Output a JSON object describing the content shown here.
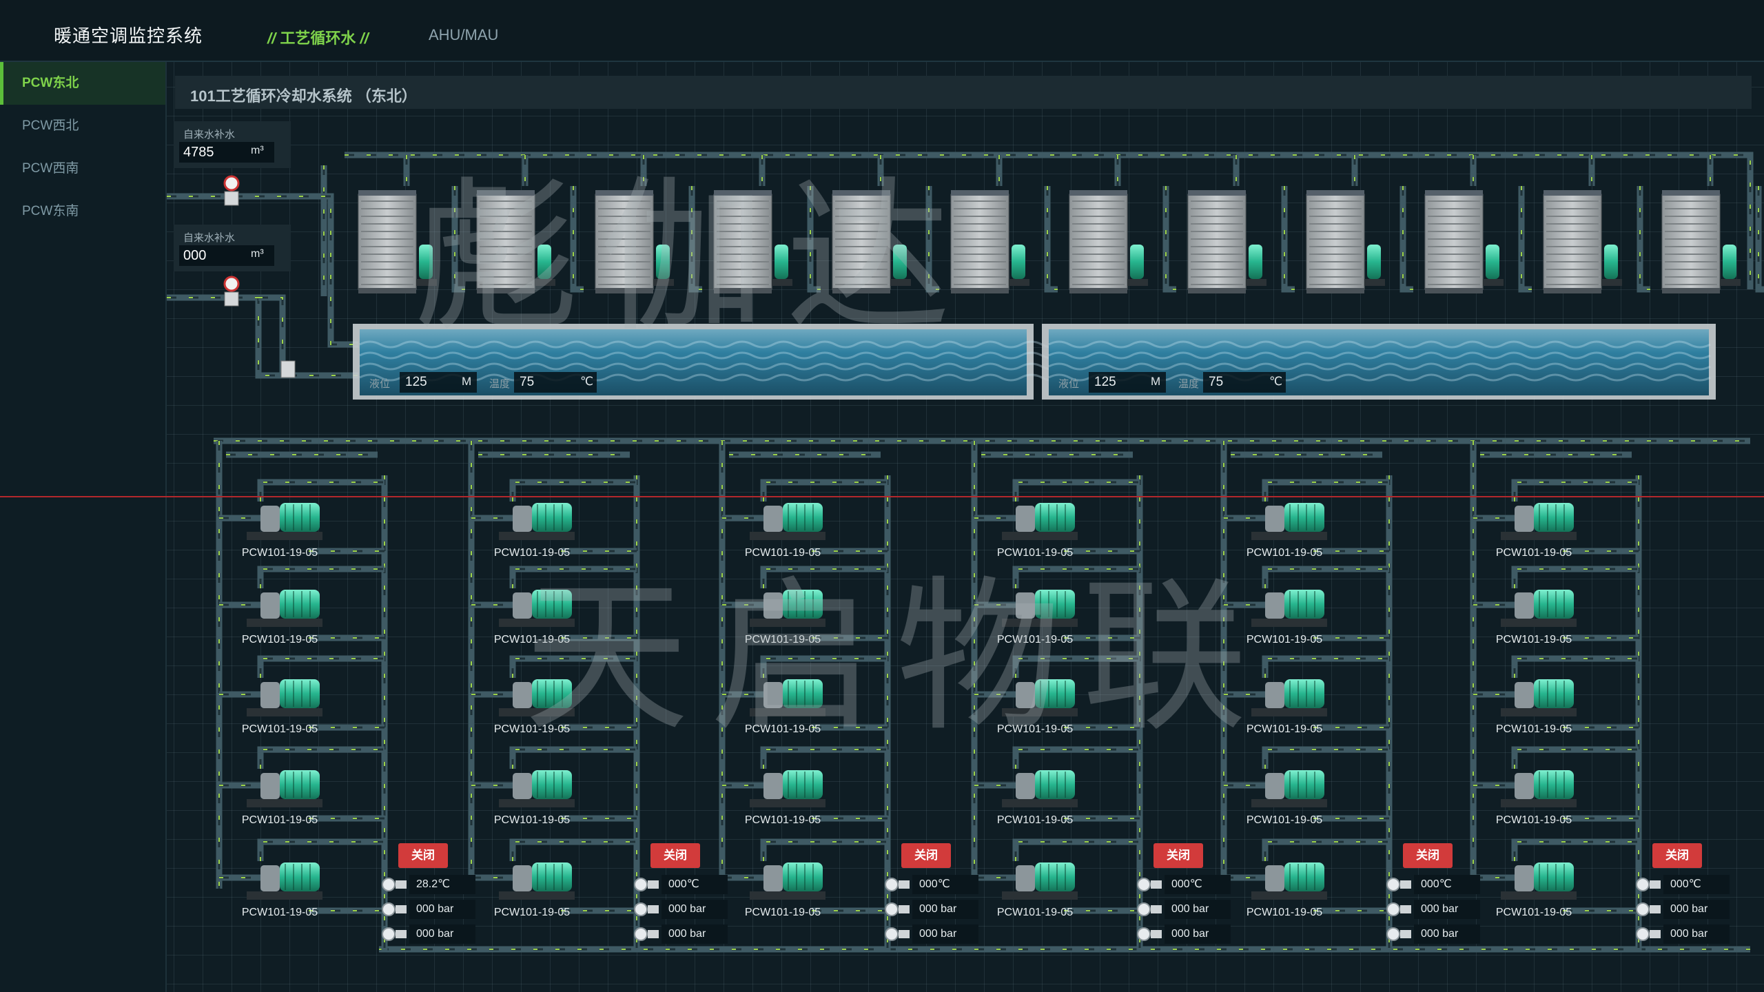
{
  "header": {
    "app_title": "暖通空调监控系统",
    "tabs": [
      {
        "label": "工艺循环水",
        "active": true
      },
      {
        "label": "AHU/MAU",
        "active": false
      }
    ]
  },
  "sidebar": {
    "items": [
      {
        "label": "PCW东北",
        "active": true
      },
      {
        "label": "PCW西北",
        "active": false
      },
      {
        "label": "PCW西南",
        "active": false
      },
      {
        "label": "PCW东南",
        "active": false
      }
    ]
  },
  "section": {
    "title": "101工艺循环冷却水系统 （东北）"
  },
  "makeup": [
    {
      "label": "自来水补水",
      "value": "4785",
      "unit": "m³"
    },
    {
      "label": "自来水补水",
      "value": "000",
      "unit": "m³"
    }
  ],
  "tanks": [
    {
      "level_label": "液位",
      "level": "125",
      "level_unit": "M",
      "temp_label": "温度",
      "temp": "75",
      "temp_unit": "℃"
    },
    {
      "level_label": "液位",
      "level": "125",
      "level_unit": "M",
      "temp_label": "温度",
      "temp": "75",
      "temp_unit": "℃"
    }
  ],
  "cooling_tower_count": 12,
  "pump_label": "PCW101-19-05",
  "groups": [
    {
      "status": "关闭",
      "temp": "28.2℃",
      "pressure_1": "000 bar",
      "pressure_2": "000 bar"
    },
    {
      "status": "关闭",
      "temp": "000℃",
      "pressure_1": "000 bar",
      "pressure_2": "000 bar"
    },
    {
      "status": "关闭",
      "temp": "000℃",
      "pressure_1": "000 bar",
      "pressure_2": "000 bar"
    },
    {
      "status": "关闭",
      "temp": "000℃",
      "pressure_1": "000 bar",
      "pressure_2": "000 bar"
    },
    {
      "status": "关闭",
      "temp": "000℃",
      "pressure_1": "000 bar",
      "pressure_2": "000 bar"
    },
    {
      "status": "关闭",
      "temp": "000℃",
      "pressure_1": "000 bar",
      "pressure_2": "000 bar"
    }
  ],
  "watermarks": [
    "彪伽达",
    "天启物联"
  ],
  "colors": {
    "accent": "#7fd34b",
    "alarm": "#d23b3b",
    "pipe": "#3a5560",
    "water": "#2f7fa0"
  }
}
